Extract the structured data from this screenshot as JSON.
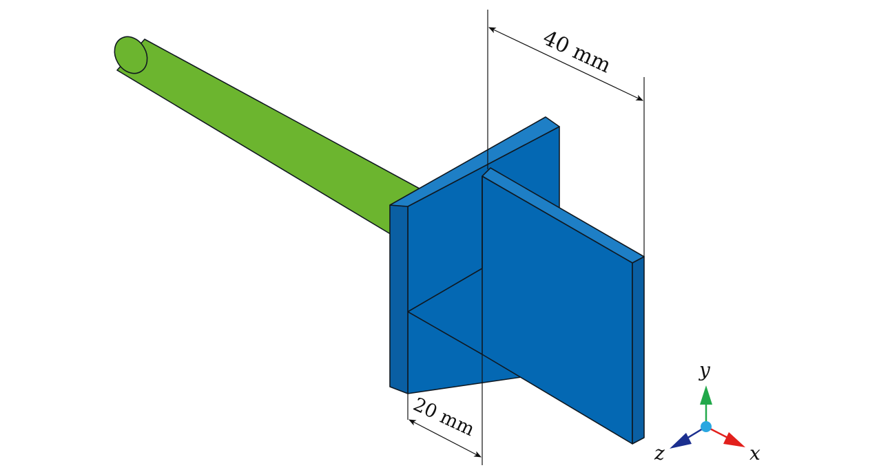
{
  "dimensions": {
    "width_label": "40 mm",
    "depth_label": "20 mm"
  },
  "axes": {
    "x_label": "x",
    "y_label": "y",
    "z_label": "z"
  },
  "colors": {
    "rod": "#6cb52f",
    "rod_edge": "#3e6e14",
    "plate_front": "#0468b3",
    "plate_side": "#0a5fa3",
    "plate_top": "#1e7fc6",
    "edge": "#101820",
    "axis_x": "#e2201c",
    "axis_y": "#22a84a",
    "axis_z": "#1b2f8f",
    "axis_origin": "#2aa7e0"
  }
}
